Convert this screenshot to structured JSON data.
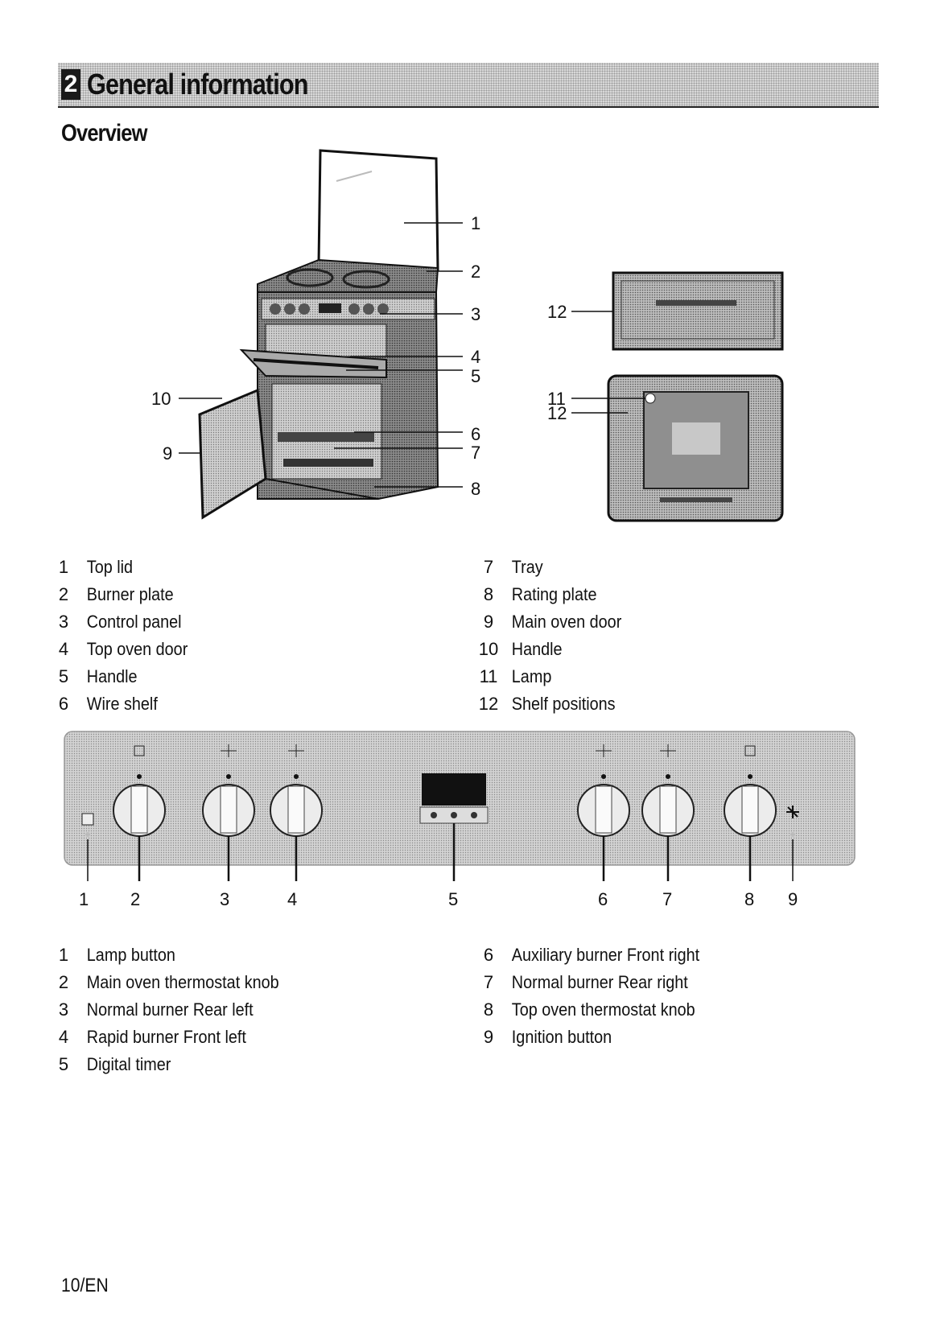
{
  "header": {
    "chapter_number": "2",
    "chapter_title": "General information",
    "section_title": "Overview"
  },
  "overview": {
    "callouts": [
      "1",
      "2",
      "3",
      "4",
      "5",
      "6",
      "7",
      "8",
      "9",
      "10",
      "11",
      "12",
      "12"
    ],
    "legend_left": [
      {
        "num": "1",
        "label": "Top lid"
      },
      {
        "num": "2",
        "label": "Burner plate"
      },
      {
        "num": "3",
        "label": "Control panel"
      },
      {
        "num": "4",
        "label": "Top oven door"
      },
      {
        "num": "5",
        "label": "Handle"
      },
      {
        "num": "6",
        "label": "Wire shelf"
      }
    ],
    "legend_right": [
      {
        "num": "7",
        "label": "Tray"
      },
      {
        "num": "8",
        "label": "Rating plate"
      },
      {
        "num": "9",
        "label": "Main oven door"
      },
      {
        "num": "10",
        "label": "Handle"
      },
      {
        "num": "11",
        "label": "Lamp"
      },
      {
        "num": "12",
        "label": "Shelf positions"
      }
    ]
  },
  "control_panel": {
    "callouts": [
      "1",
      "2",
      "3",
      "4",
      "5",
      "6",
      "7",
      "8",
      "9"
    ],
    "legend_left": [
      {
        "num": "1",
        "label": "Lamp button"
      },
      {
        "num": "2",
        "label": "Main oven thermostat knob"
      },
      {
        "num": "3",
        "label": "Normal burner Rear left"
      },
      {
        "num": "4",
        "label": "Rapid burner Front left"
      },
      {
        "num": "5",
        "label": "Digital timer"
      }
    ],
    "legend_right": [
      {
        "num": "6",
        "label": "Auxiliary burner Front right"
      },
      {
        "num": "7",
        "label": "Normal burner Rear right"
      },
      {
        "num": "8",
        "label": "Top oven thermostat knob"
      },
      {
        "num": "9",
        "label": "Ignition button"
      }
    ]
  },
  "footer": {
    "page_label": "10/EN"
  }
}
